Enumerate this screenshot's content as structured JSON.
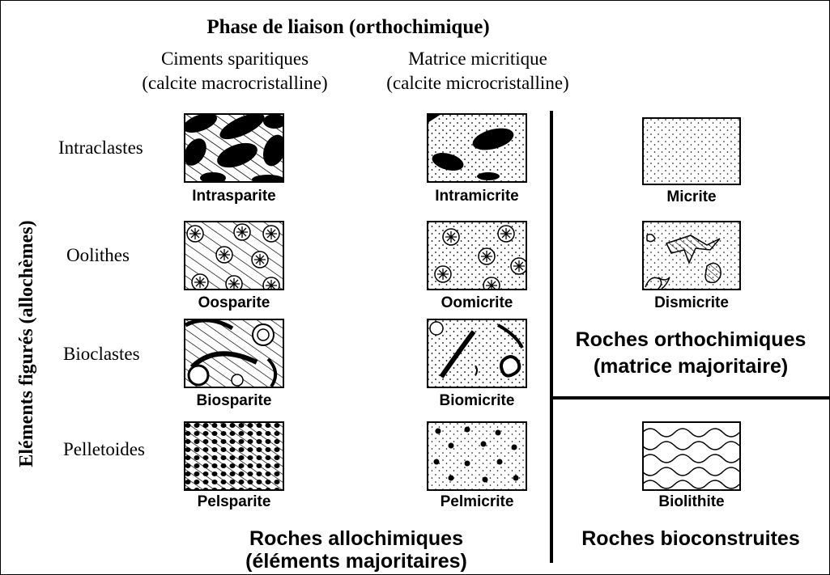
{
  "header": {
    "title": "Phase de liaison (orthochimique)",
    "col1_line1": "Ciments sparitiques",
    "col1_line2": "(calcite macrocristalline)",
    "col2_line1": "Matrice micritique",
    "col2_line2": "(calcite microcristalline)"
  },
  "axis_label": "Eléments figurés (allochèmes)",
  "rows": [
    {
      "label": "Intraclastes",
      "sparite": "Intrasparite",
      "micrite": "Intramicrite"
    },
    {
      "label": "Oolithes",
      "sparite": "Oosparite",
      "micrite": "Oomicrite"
    },
    {
      "label": "Bioclastes",
      "sparite": "Biosparite",
      "micrite": "Biomicrite"
    },
    {
      "label": "Pelletoides",
      "sparite": "Pelsparite",
      "micrite": "Pelmicrite"
    }
  ],
  "right": {
    "micrite": "Micrite",
    "dismicrite": "Dismicrite",
    "ortho_line1": "Roches orthochimiques",
    "ortho_line2": "(matrice majoritaire)",
    "biolithite": "Biolithite",
    "bioconstruites": "Roches bioconstruites"
  },
  "footer": {
    "allo_line1": "Roches allochimiques",
    "allo_line2": "(éléments majoritaires)"
  }
}
